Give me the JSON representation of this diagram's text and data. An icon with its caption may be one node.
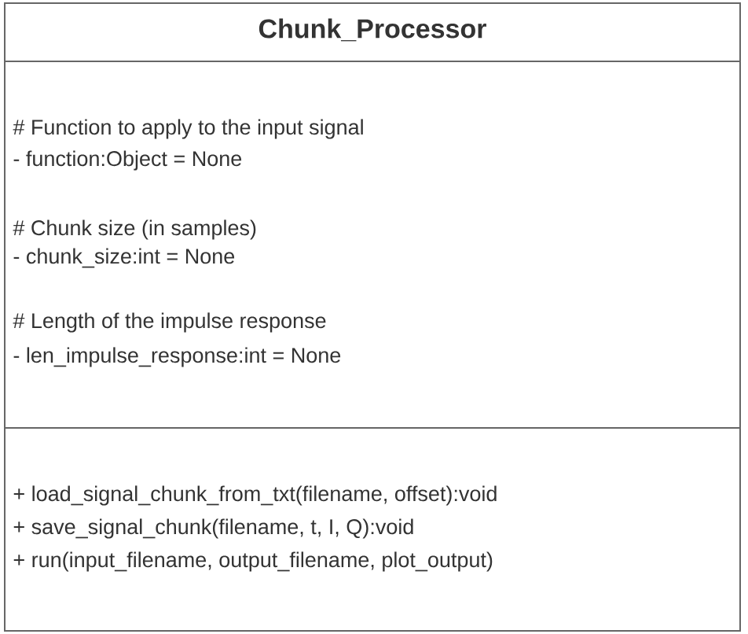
{
  "diagram": {
    "nodes": [
      {
        "text": [
          "Chunk_Processor",
          "# Function to apply to the input signal",
          "- function:Object = None",
          "# Chunk size (in samples)",
          "- chunk_size:int = None",
          "# Length of the impulse response",
          "- len_impulse_response:int = None",
          "+ load_signal_chunk_from_txt(filename, offset):void",
          "+ save_signal_chunk(filename, t, I, Q):void",
          "+ run(input_filename, output_filename, plot_output)"
        ]
      }
    ]
  }
}
